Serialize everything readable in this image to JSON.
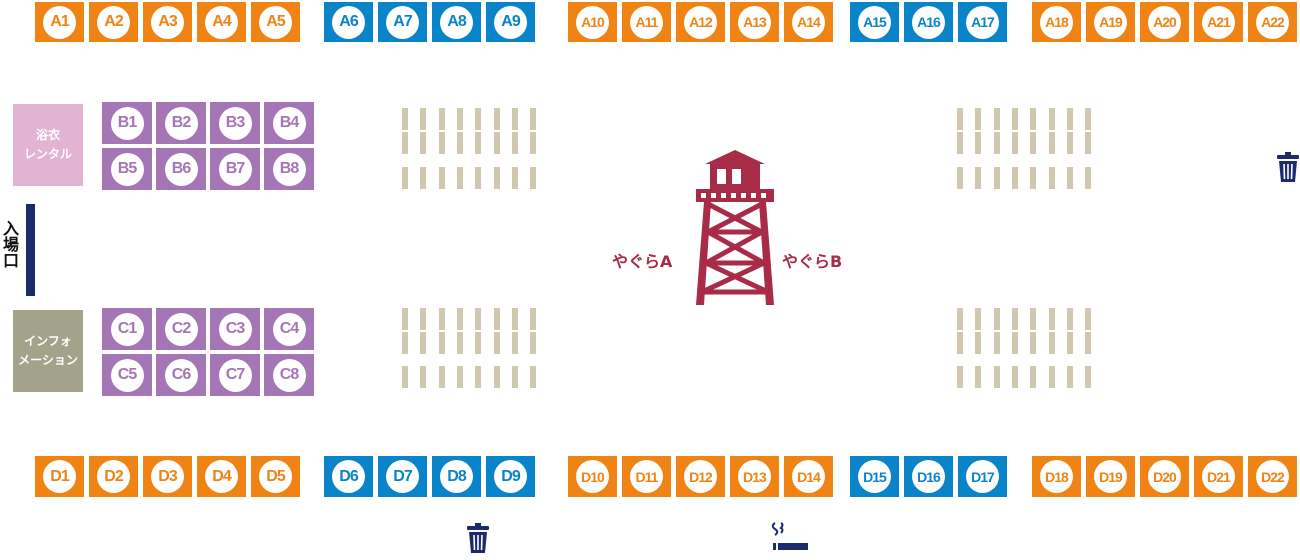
{
  "colors": {
    "orange": "#ef8414",
    "blue": "#0a84c8",
    "purple": "#a576b5",
    "rental": "#e2b3d3",
    "info": "#a3a28a",
    "tower": "#a82b48",
    "navy": "#1c2a6e",
    "bench": "#cfc8ae"
  },
  "top_row": [
    {
      "id": "A1",
      "color": "orange"
    },
    {
      "id": "A2",
      "color": "orange"
    },
    {
      "id": "A3",
      "color": "orange"
    },
    {
      "id": "A4",
      "color": "orange"
    },
    {
      "id": "A5",
      "color": "orange"
    },
    {
      "id": "A6",
      "color": "blue"
    },
    {
      "id": "A7",
      "color": "blue"
    },
    {
      "id": "A8",
      "color": "blue"
    },
    {
      "id": "A9",
      "color": "blue"
    },
    {
      "id": "A10",
      "color": "orange"
    },
    {
      "id": "A11",
      "color": "orange"
    },
    {
      "id": "A12",
      "color": "orange"
    },
    {
      "id": "A13",
      "color": "orange"
    },
    {
      "id": "A14",
      "color": "orange"
    },
    {
      "id": "A15",
      "color": "blue"
    },
    {
      "id": "A16",
      "color": "blue"
    },
    {
      "id": "A17",
      "color": "blue"
    },
    {
      "id": "A18",
      "color": "orange"
    },
    {
      "id": "A19",
      "color": "orange"
    },
    {
      "id": "A20",
      "color": "orange"
    },
    {
      "id": "A21",
      "color": "orange"
    },
    {
      "id": "A22",
      "color": "orange"
    }
  ],
  "bottom_row": [
    {
      "id": "D1",
      "color": "orange"
    },
    {
      "id": "D2",
      "color": "orange"
    },
    {
      "id": "D3",
      "color": "orange"
    },
    {
      "id": "D4",
      "color": "orange"
    },
    {
      "id": "D5",
      "color": "orange"
    },
    {
      "id": "D6",
      "color": "blue"
    },
    {
      "id": "D7",
      "color": "blue"
    },
    {
      "id": "D8",
      "color": "blue"
    },
    {
      "id": "D9",
      "color": "blue"
    },
    {
      "id": "D10",
      "color": "orange"
    },
    {
      "id": "D11",
      "color": "orange"
    },
    {
      "id": "D12",
      "color": "orange"
    },
    {
      "id": "D13",
      "color": "orange"
    },
    {
      "id": "D14",
      "color": "orange"
    },
    {
      "id": "D15",
      "color": "blue"
    },
    {
      "id": "D16",
      "color": "blue"
    },
    {
      "id": "D17",
      "color": "blue"
    },
    {
      "id": "D18",
      "color": "orange"
    },
    {
      "id": "D19",
      "color": "orange"
    },
    {
      "id": "D20",
      "color": "orange"
    },
    {
      "id": "D21",
      "color": "orange"
    },
    {
      "id": "D22",
      "color": "orange"
    }
  ],
  "b_block": [
    "B1",
    "B2",
    "B3",
    "B4",
    "B5",
    "B6",
    "B7",
    "B8"
  ],
  "c_block": [
    "C1",
    "C2",
    "C3",
    "C4",
    "C5",
    "C6",
    "C7",
    "C8"
  ],
  "yukata_rental": {
    "line1": "浴衣",
    "line2": "レンタル"
  },
  "information": {
    "line1": "インフォ",
    "line2": "メーション"
  },
  "entrance": "入場口",
  "yagura_a": "やぐらA",
  "yagura_b": "やぐらB",
  "icons": [
    "trash-icon",
    "trash-icon",
    "smoking-area-icon",
    "watchtower-icon"
  ]
}
